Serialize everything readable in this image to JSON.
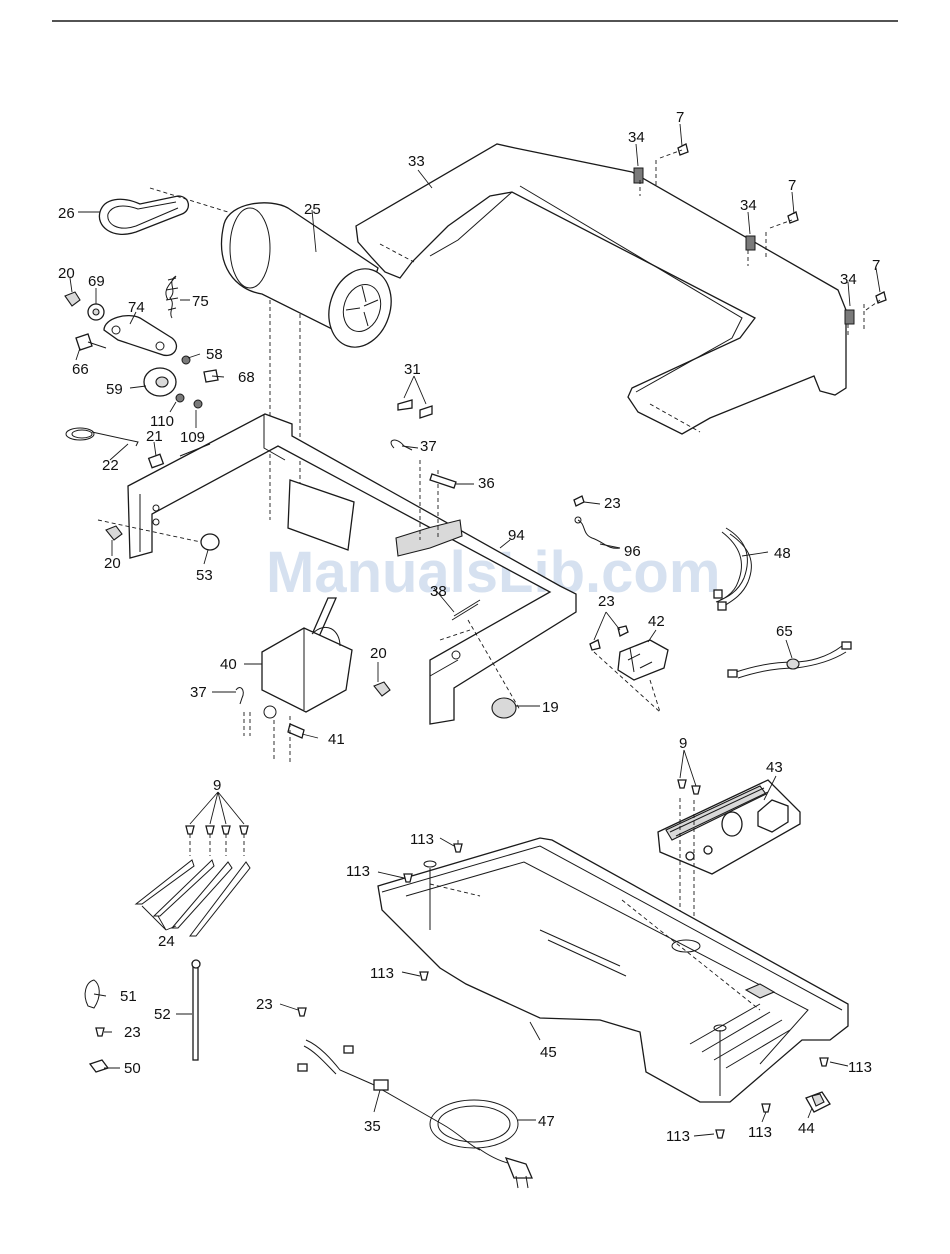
{
  "watermark": "ManualsLib.com",
  "part_labels": {
    "p7a": "7",
    "p7b": "7",
    "p7c": "7",
    "p34a": "34",
    "p34b": "34",
    "p34c": "34",
    "p33": "33",
    "p26": "26",
    "p25": "25",
    "p20a": "20",
    "p69": "69",
    "p74": "74",
    "p75": "75",
    "p66": "66",
    "p58": "58",
    "p68": "68",
    "p59": "59",
    "p110": "110",
    "p109": "109",
    "p31": "31",
    "p21": "21",
    "p37a": "37",
    "p22": "22",
    "p36": "36",
    "p23a": "23",
    "p94": "94",
    "p96": "96",
    "p48": "48",
    "p20b": "20",
    "p53": "53",
    "p38": "38",
    "p23b": "23",
    "p42": "42",
    "p65": "65",
    "p40": "40",
    "p20c": "20",
    "p37b": "37",
    "p19": "19",
    "p41": "41",
    "p9a": "9",
    "p43": "43",
    "p9b": "9",
    "p113a": "113",
    "p113b": "113",
    "p24": "24",
    "p113c": "113",
    "p51": "51",
    "p52": "52",
    "p23c": "23",
    "p45": "45",
    "p23d": "23",
    "p113d": "113",
    "p50": "50",
    "p47": "47",
    "p35": "35",
    "p113e": "113",
    "p113f": "113",
    "p44": "44"
  }
}
